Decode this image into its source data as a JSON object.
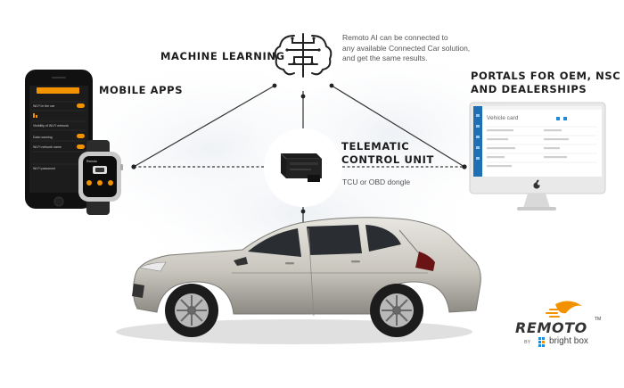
{
  "labels": {
    "machine_learning": "MACHINE LEARNING",
    "mobile_apps": "MOBILE APPS",
    "portals_line1": "PORTALS FOR OEM, NSC",
    "portals_line2": "AND DEALERSHIPS",
    "tcu_line1": "TELEMATIC",
    "tcu_line2": "CONTROL UNIT"
  },
  "descriptions": {
    "ml_line1": "Remoto AI can be connected to",
    "ml_line2": "any available Connected Car solution,",
    "ml_line3": "and get the same results.",
    "tcu": "TCU or OBD dongle"
  },
  "phone": {
    "rows": [
      "Wi-Fi in the car",
      "",
      "Visibility of Wi-Fi network",
      "Data roaming",
      "Wi-Fi network name",
      "Wi-Fi password"
    ],
    "watch_title": "Remoto"
  },
  "monitor": {
    "title": "Vehicle card"
  },
  "brand": {
    "name": "REMOTO",
    "tm": "TM",
    "by": "BY",
    "partner": "bright box"
  },
  "colors": {
    "accent": "#f39200",
    "line": "#333333",
    "portal_sidebar": "#1f6fb5",
    "brand_blue": "#1f8ad8"
  }
}
